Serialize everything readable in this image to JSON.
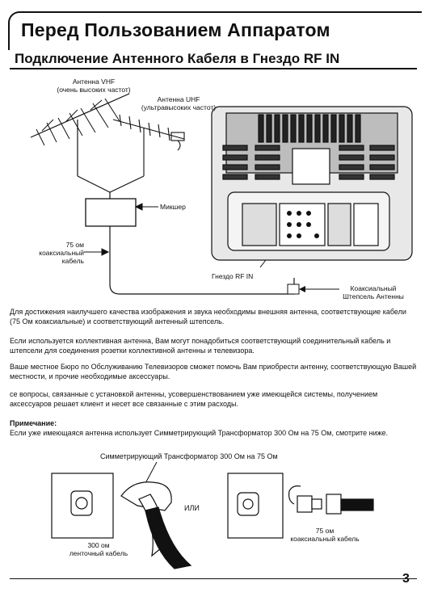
{
  "header": {
    "title": "Перед Пользованием Аппаратом",
    "section_title": "Подключение Антенного Кабеля в Гнездо RF IN"
  },
  "diagram": {
    "vhf_antenna_line1": "Антенна VHF",
    "vhf_antenna_line2": "(очень высоких частот)",
    "uhf_antenna_line1": "Антенна UHF",
    "uhf_antenna_line2": "(ультравысоких частот)",
    "mixer": "Микшер",
    "cable_line1": "75 ом",
    "cable_line2": "коаксиальный",
    "cable_line3": "кабель",
    "rf_in": "Гнездо RF IN",
    "plug_line1": "Коаксиальный",
    "plug_line2": "Штепсель Антенны"
  },
  "paragraphs": {
    "p1": "Для достижения наилучшего качества изображения и звука необходимы внешняя антенна, соответствующие кабели (75 Ом коаксиальные) и соответствующий антенный штепсель.",
    "p2": "Если используется коллективная антенна, Вам могут понадобиться соответствующий соединительный кабель и штепсели для соединения розетки коллективной антенны и телевизора.",
    "p3": "Ваше местное Бюро по Обслуживанию Телевизоров сможет помочь Вам приобрести антенну, соответствующую Вашей местности, и прочие необходимые аксессуары.",
    "p4": "се вопросы, связанные с установкой антенны, усовершенствованием уже имеющейся системы, получением аксессуаров решает клиент и несет все связанные с этим расходы.",
    "note_title": "Примечание:",
    "note_text": "Если уже имеющаяся антенна использует Симметрирующий Трансформатор 300 Ом на 75 Ом, смотрите ниже."
  },
  "bottom_diagram": {
    "transformer": "Симметрирующий Трансформатор 300 Ом на 75 Ом",
    "or": "ИЛИ",
    "ribbon_line1": "300 ом",
    "ribbon_line2": "ленточный кабель",
    "coax_line1": "75 ом",
    "coax_line2": "коаксиальный кабель"
  },
  "footer": {
    "page_number": "3"
  }
}
